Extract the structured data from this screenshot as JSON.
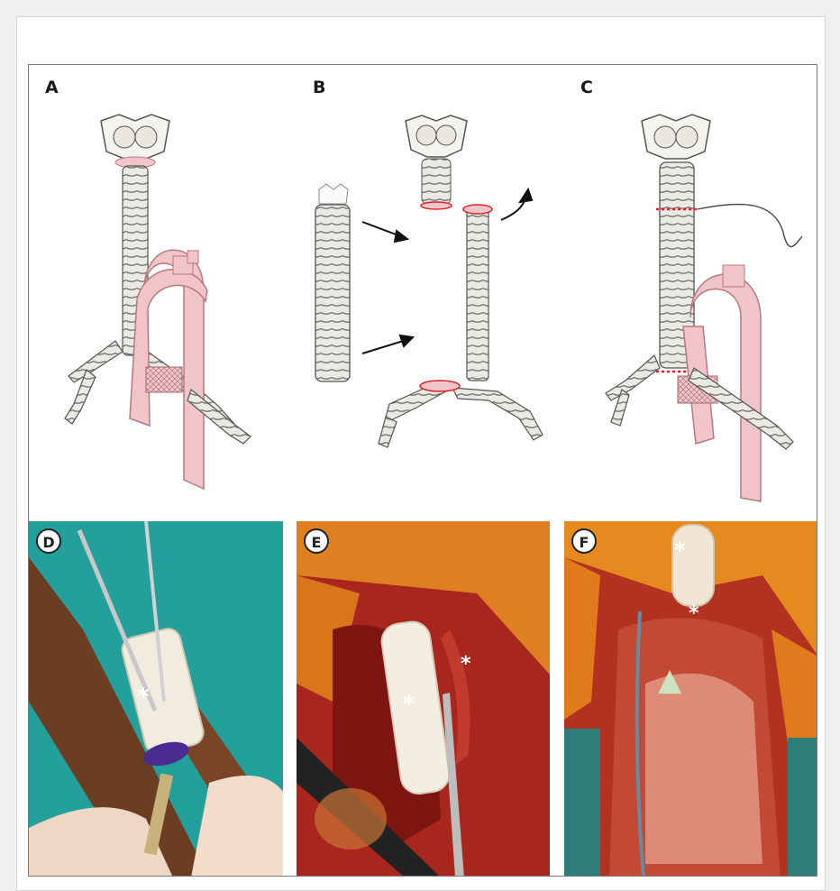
{
  "figure": {
    "panels": [
      {
        "id": "A",
        "type": "illustration",
        "label": "A"
      },
      {
        "id": "B",
        "type": "illustration",
        "label": "B"
      },
      {
        "id": "C",
        "type": "illustration",
        "label": "C"
      },
      {
        "id": "D",
        "type": "photo",
        "label": "D",
        "markers": [
          "*"
        ]
      },
      {
        "id": "E",
        "type": "photo",
        "label": "E",
        "markers": [
          "*",
          "*"
        ]
      },
      {
        "id": "F",
        "type": "photo",
        "label": "F",
        "markers": [
          "*",
          "*",
          "▲"
        ]
      }
    ],
    "colors": {
      "aorta": "#f0c4c8",
      "aorta_stroke": "#b57a80",
      "trachea": "#e6e4de",
      "trachea_stroke": "#6d6d6d",
      "suture": "#d9242b",
      "tissue": "#b3211c",
      "drape": "#e08a1c",
      "graft": "#f2ece0",
      "green_drape": "#1f9a96"
    }
  }
}
